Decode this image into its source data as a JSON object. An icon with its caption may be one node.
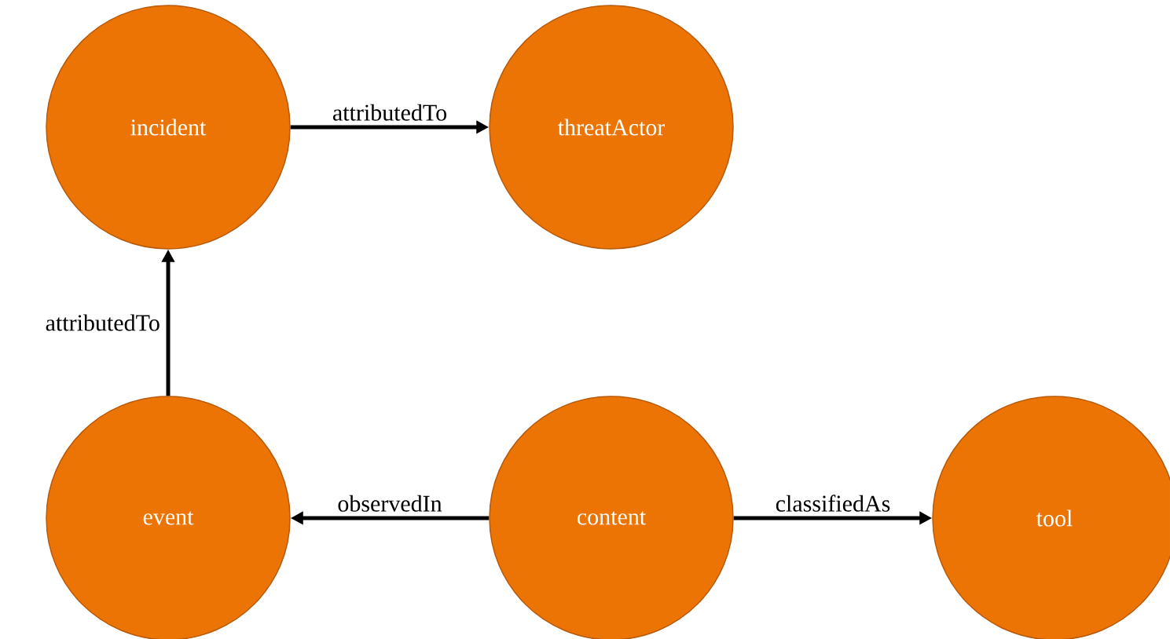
{
  "diagram": {
    "nodes": [
      {
        "text": [
          "incident"
        ]
      },
      {
        "text": [
          "threatActor"
        ]
      },
      {
        "text": [
          "event"
        ]
      },
      {
        "text": [
          "content"
        ]
      },
      {
        "text": [
          "tool"
        ]
      }
    ],
    "edges": [
      {
        "from": 0,
        "to": 1,
        "arrow": "to",
        "label": "attributedTo"
      },
      {
        "from": 2,
        "to": 0,
        "arrow": "to",
        "label": "attributedTo"
      },
      {
        "from": 3,
        "to": 2,
        "arrow": "to",
        "label": "observedIn"
      },
      {
        "from": 3,
        "to": 4,
        "arrow": "to",
        "label": "classifiedAs"
      }
    ]
  }
}
